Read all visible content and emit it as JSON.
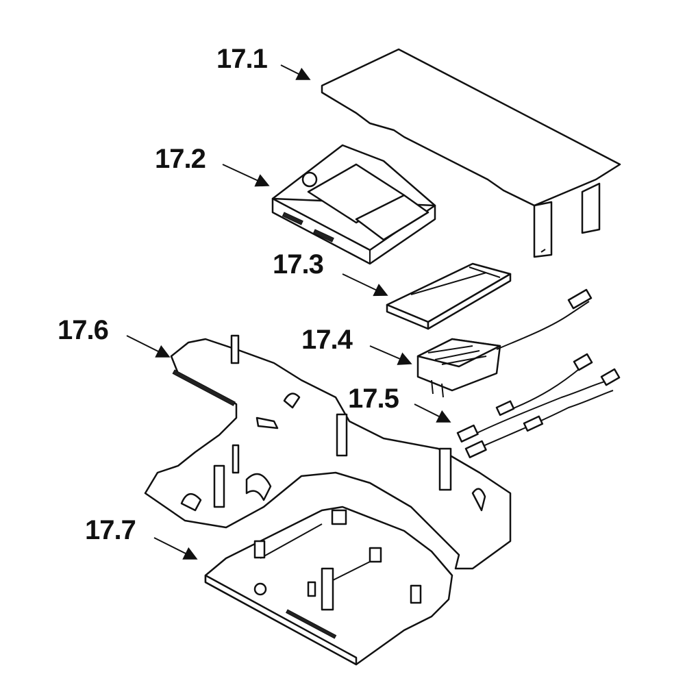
{
  "parts": [
    {
      "label": "17.1"
    },
    {
      "label": "17.2"
    },
    {
      "label": "17.3"
    },
    {
      "label": "17.4"
    },
    {
      "label": "17.5"
    },
    {
      "label": "17.6"
    },
    {
      "label": "17.7"
    }
  ]
}
